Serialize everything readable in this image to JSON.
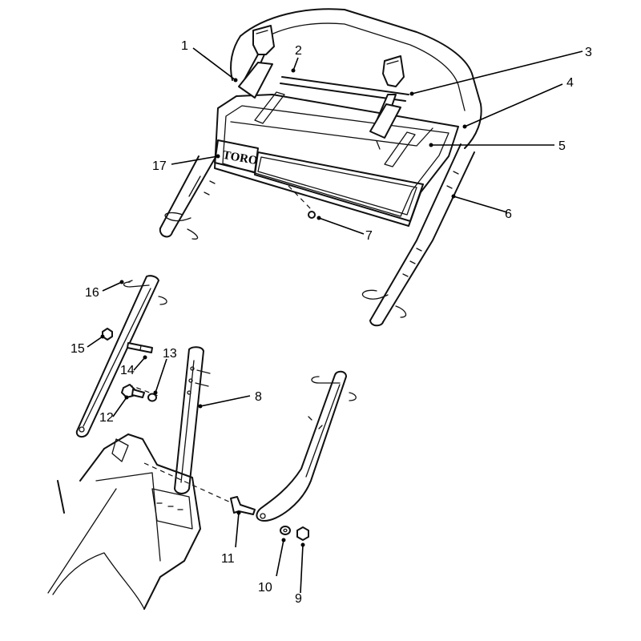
{
  "diagram": {
    "logo_text": "TORO",
    "callouts": [
      {
        "id": "callout-1",
        "label": "1"
      },
      {
        "id": "callout-2",
        "label": "2"
      },
      {
        "id": "callout-3",
        "label": "3"
      },
      {
        "id": "callout-4",
        "label": "4"
      },
      {
        "id": "callout-5",
        "label": "5"
      },
      {
        "id": "callout-6",
        "label": "6"
      },
      {
        "id": "callout-7",
        "label": "7"
      },
      {
        "id": "callout-8",
        "label": "8"
      },
      {
        "id": "callout-9",
        "label": "9"
      },
      {
        "id": "callout-10",
        "label": "10"
      },
      {
        "id": "callout-11",
        "label": "11"
      },
      {
        "id": "callout-12",
        "label": "12"
      },
      {
        "id": "callout-13",
        "label": "13"
      },
      {
        "id": "callout-14",
        "label": "14"
      },
      {
        "id": "callout-15",
        "label": "15"
      },
      {
        "id": "callout-16",
        "label": "16"
      },
      {
        "id": "callout-17",
        "label": "17"
      }
    ]
  }
}
